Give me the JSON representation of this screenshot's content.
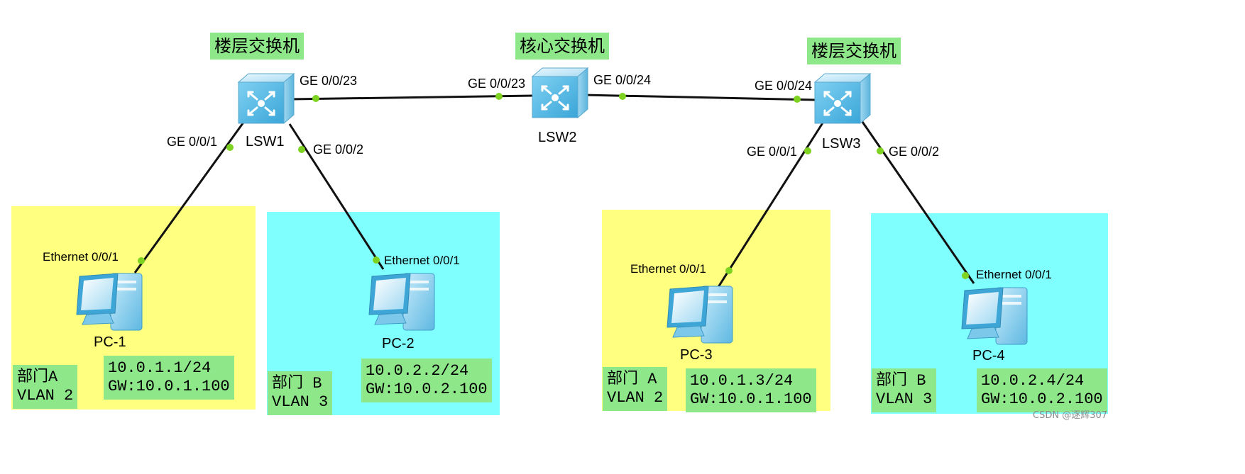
{
  "titles": {
    "floor_left": "楼层交换机",
    "core": "核心交换机",
    "floor_right": "楼层交换机"
  },
  "switches": {
    "lsw1": "LSW1",
    "lsw2": "LSW2",
    "lsw3": "LSW3"
  },
  "pcs": {
    "pc1": "PC-1",
    "pc2": "PC-2",
    "pc3": "PC-3",
    "pc4": "PC-4"
  },
  "ports": {
    "lsw1_ge23": "GE 0/0/23",
    "lsw1_ge1": "GE 0/0/1",
    "lsw1_ge2": "GE 0/0/2",
    "lsw2_ge23": "GE 0/0/23",
    "lsw2_ge24": "GE 0/0/24",
    "lsw3_ge24": "GE 0/0/24",
    "lsw3_ge1": "GE 0/0/1",
    "lsw3_ge2": "GE 0/0/2",
    "pc1_eth": "Ethernet 0/0/1",
    "pc2_eth": "Ethernet 0/0/1",
    "pc3_eth": "Ethernet 0/0/1",
    "pc4_eth": "Ethernet 0/0/1"
  },
  "departments": {
    "pc1": {
      "dept": "部门A",
      "vlan": "VLAN 2"
    },
    "pc2": {
      "dept": "部门 B",
      "vlan": "VLAN 3"
    },
    "pc3": {
      "dept": "部门 A",
      "vlan": "VLAN 2"
    },
    "pc4": {
      "dept": "部门 B",
      "vlan": "VLAN 3"
    }
  },
  "addresses": {
    "pc1": {
      "ip": "10.0.1.1/24",
      "gw": "GW:10.0.1.100"
    },
    "pc2": {
      "ip": "10.0.2.2/24",
      "gw": "GW:10.0.2.100"
    },
    "pc3": {
      "ip": "10.0.1.3/24",
      "gw": "GW:10.0.1.100"
    },
    "pc4": {
      "ip": "10.0.2.4/24",
      "gw": "GW:10.0.2.100"
    }
  },
  "colors": {
    "vlan2_zone": "#ffff80",
    "vlan3_zone": "#80ffff",
    "label_bg": "#8ee88a",
    "port_dot": "#7ed321",
    "link": "#111111",
    "device_blue": "#4fb6e6"
  },
  "icons": {
    "switch": "layer3-switch-icon",
    "pc": "desktop-pc-icon"
  },
  "watermark": "CSDN @逐辉307"
}
